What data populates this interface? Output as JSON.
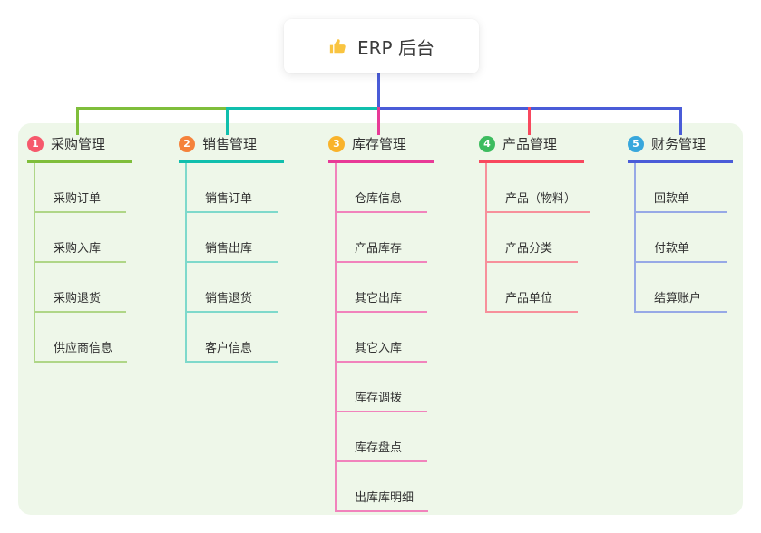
{
  "root": {
    "label": "ERP 后台",
    "icon": "thumbs-up-icon"
  },
  "branches": [
    {
      "badge": "1",
      "label": "采购管理",
      "color": "#7FBE3B",
      "light_color": "#AFD687",
      "badge_color": "#F6596C",
      "children": [
        "采购订单",
        "采购入库",
        "采购退货",
        "供应商信息"
      ]
    },
    {
      "badge": "2",
      "label": "销售管理",
      "color": "#10BFAD",
      "light_color": "#7ED9CB",
      "badge_color": "#F5823B",
      "children": [
        "销售订单",
        "销售出库",
        "销售退货",
        "客户信息"
      ]
    },
    {
      "badge": "3",
      "label": "库存管理",
      "color": "#E83A97",
      "light_color": "#F183BC",
      "badge_color": "#F9B32B",
      "children": [
        "仓库信息",
        "产品库存",
        "其它出库",
        "其它入库",
        "库存调拨",
        "库存盘点",
        "出库库明细"
      ]
    },
    {
      "badge": "4",
      "label": "产品管理",
      "color": "#F8485E",
      "light_color": "#F7909B",
      "badge_color": "#3DBC5F",
      "children": [
        "产品（物料）",
        "产品分类",
        "产品单位"
      ]
    },
    {
      "badge": "5",
      "label": "财务管理",
      "color": "#4A5CD8",
      "light_color": "#97A9E6",
      "badge_color": "#38A7DC",
      "children": [
        "回款单",
        "付款单",
        "结算账户"
      ]
    }
  ],
  "colors": {
    "page_bg": "#FFFFFF",
    "panel_bg": "#EEF7E9",
    "root_line": "#4A5CD8",
    "text": "#333333"
  }
}
